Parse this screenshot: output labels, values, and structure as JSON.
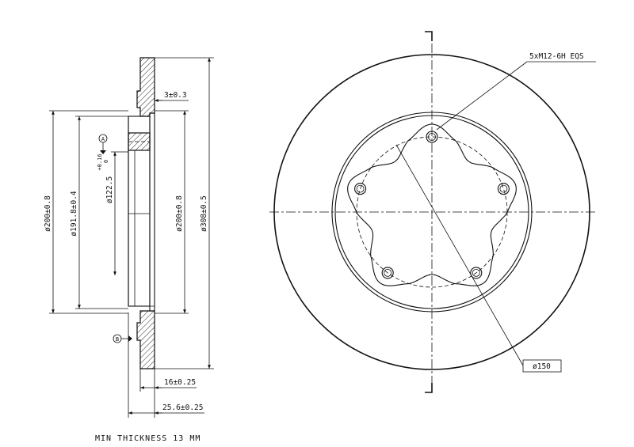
{
  "side_view": {
    "dims": {
      "d200_left": "ø200±0.8",
      "d191": "ø191.8±0.4",
      "d122": "ø122.5",
      "d122_tol_upper": "+0.16",
      "d122_tol_lower": "0",
      "d200_right": "ø200±0.8",
      "d308": "ø308±0.5",
      "hat_depth": "3±0.3",
      "thickness": "16±0.25",
      "total_height": "25.6±0.25"
    },
    "datums": {
      "a": "A",
      "b": "B"
    }
  },
  "front_view": {
    "bolt_pattern": "5xM12-6H EQS",
    "pcd": "ø150",
    "bolt_count": 5
  },
  "notes": {
    "min_thickness": "MIN THICKNESS 13 MM"
  }
}
